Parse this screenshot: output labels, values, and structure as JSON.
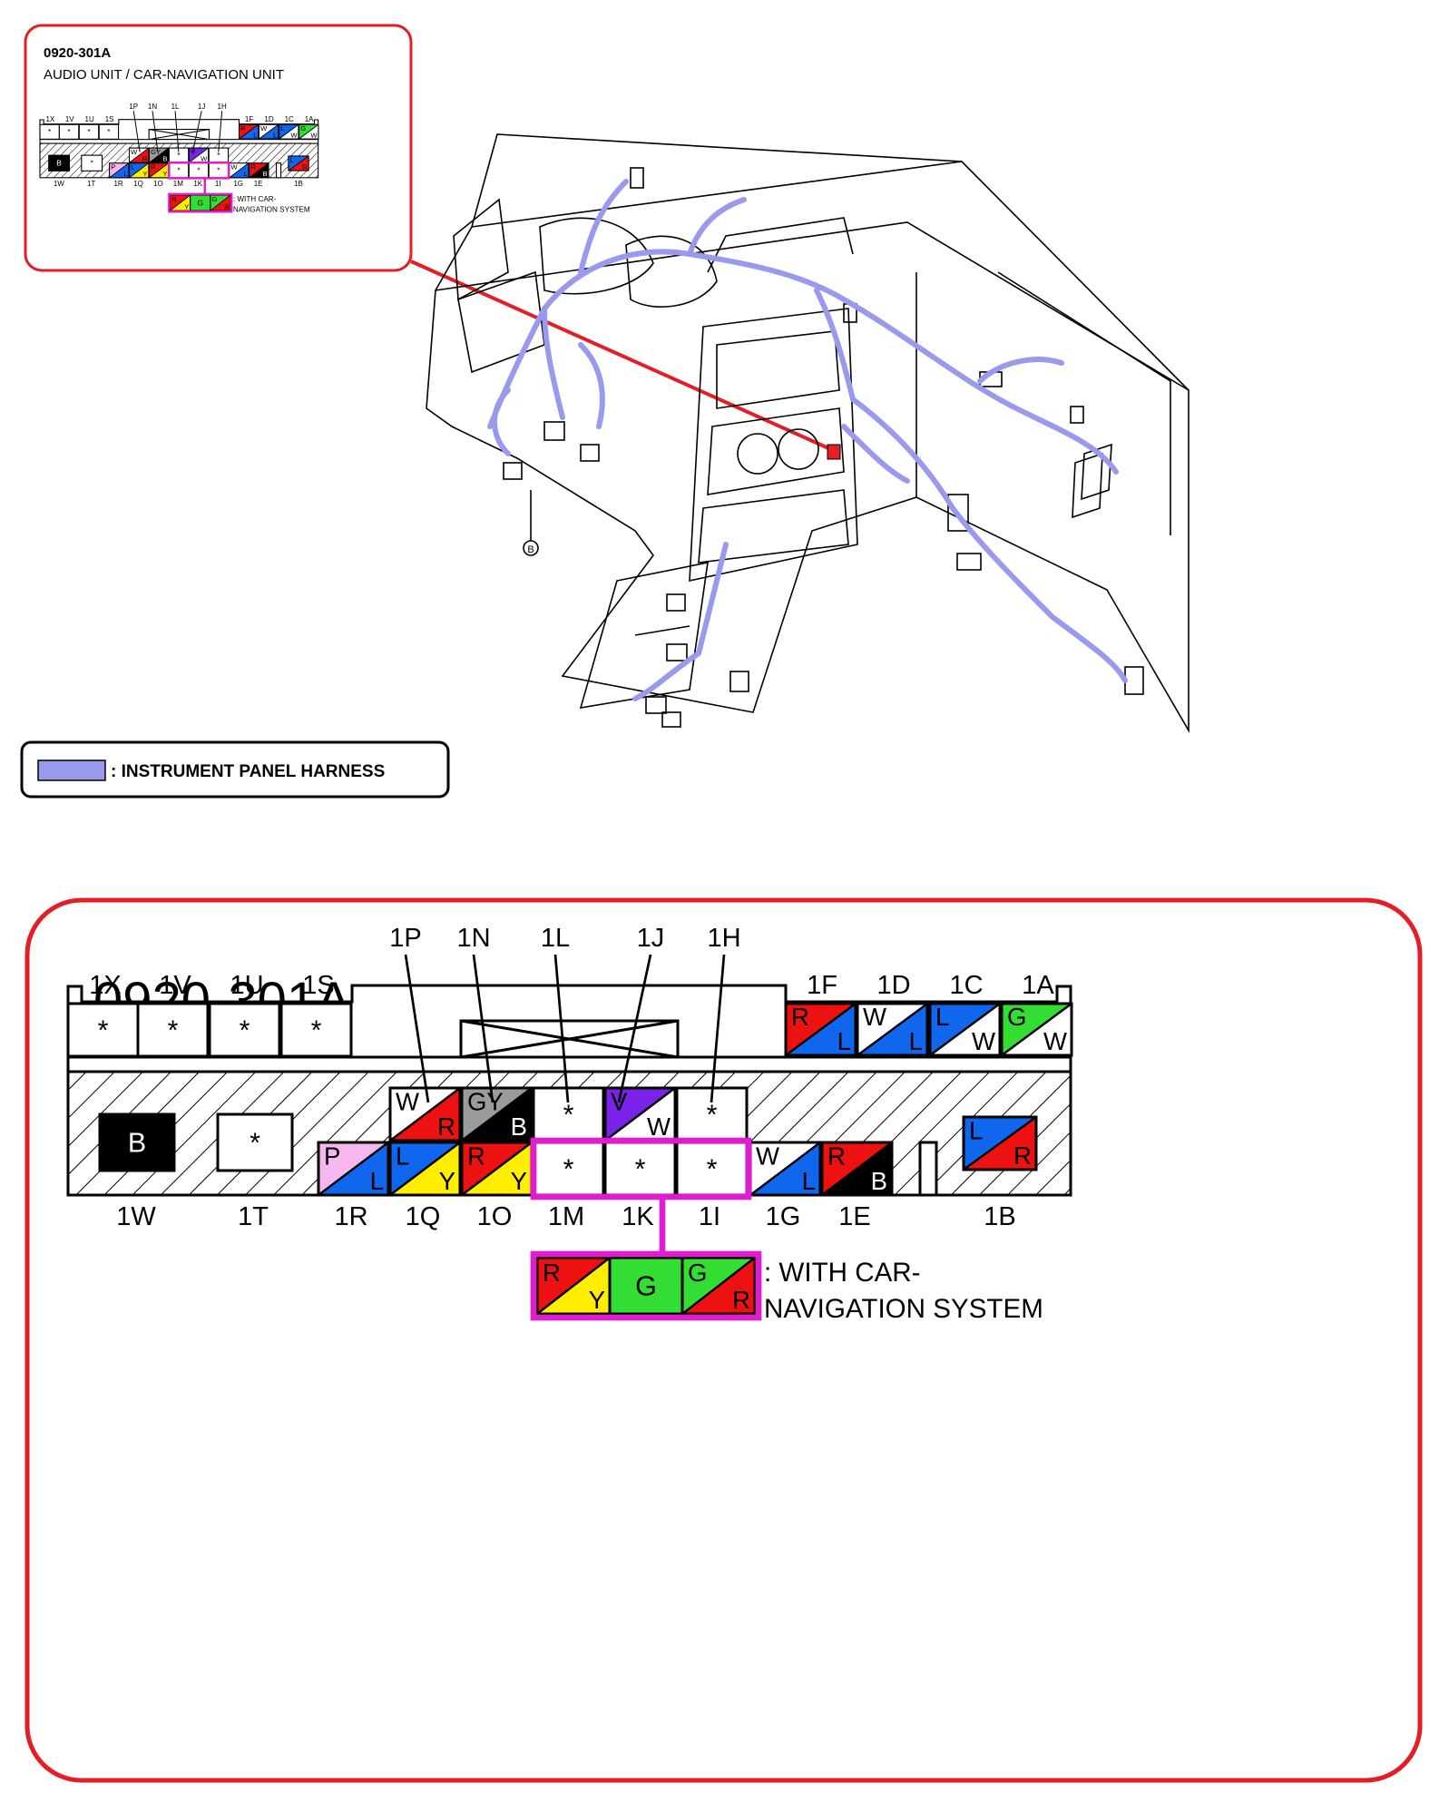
{
  "connector": {
    "code": "0920-301A",
    "name": "AUDIO UNIT / CAR-NAVIGATION UNIT",
    "top_row": [
      {
        "id": "1X",
        "wire": "*"
      },
      {
        "id": "1V",
        "wire": "*"
      },
      {
        "id": "1U",
        "wire": "*"
      },
      {
        "id": "1S",
        "wire": "*"
      }
    ],
    "top_right": [
      {
        "id": "1F",
        "c1": "R",
        "c2": "L"
      },
      {
        "id": "1D",
        "c1": "W",
        "c2": "L"
      },
      {
        "id": "1C",
        "c1": "L",
        "c2": "W"
      },
      {
        "id": "1A",
        "c1": "G",
        "c2": "W"
      }
    ],
    "upper_callouts": [
      {
        "id": "1P",
        "c1": "W",
        "c2": "R"
      },
      {
        "id": "1N",
        "c1": "GY",
        "c2": "B"
      },
      {
        "id": "1L",
        "wire": "*"
      },
      {
        "id": "1J",
        "c1": "V",
        "c2": "W"
      },
      {
        "id": "1H",
        "wire": "*"
      }
    ],
    "lower_row": [
      {
        "id": "1R",
        "c1": "P",
        "c2": "L"
      },
      {
        "id": "1Q",
        "c1": "L",
        "c2": "Y"
      },
      {
        "id": "1O",
        "c1": "R",
        "c2": "Y"
      },
      {
        "id": "1M",
        "wire": "*"
      },
      {
        "id": "1K",
        "wire": "*"
      },
      {
        "id": "1I",
        "wire": "*"
      },
      {
        "id": "1G",
        "c1": "W",
        "c2": "L"
      },
      {
        "id": "1E",
        "c1": "R",
        "c2": "B"
      }
    ],
    "left_pins": [
      {
        "id": "1W",
        "wire": "B"
      },
      {
        "id": "1T",
        "wire": "*"
      }
    ],
    "right_pin": {
      "id": "1B",
      "c1": "L",
      "c2": "R"
    },
    "nav_pins": [
      {
        "c1": "R",
        "c2": "Y"
      },
      {
        "wire": "G"
      },
      {
        "c1": "G",
        "c2": "R"
      }
    ],
    "nav_note_line1": ": WITH CAR-",
    "nav_note_line2": "NAVIGATION SYSTEM"
  },
  "legend": {
    "label": ": INSTRUMENT PANEL HARNESS",
    "color": "#9999ee"
  },
  "ground_point": "B",
  "colors": {
    "frame_red": "#e41e26",
    "highlight_magenta": "#e21ad0",
    "harness": "#9999ee",
    "R": "#ee1111",
    "L": "#1166ee",
    "W": "#ffffff",
    "G": "#33dd33",
    "Y": "#ffee00",
    "B": "#000000",
    "P": "#f4b8ee",
    "GY": "#9b9b9b",
    "V": "#7a22e8"
  }
}
